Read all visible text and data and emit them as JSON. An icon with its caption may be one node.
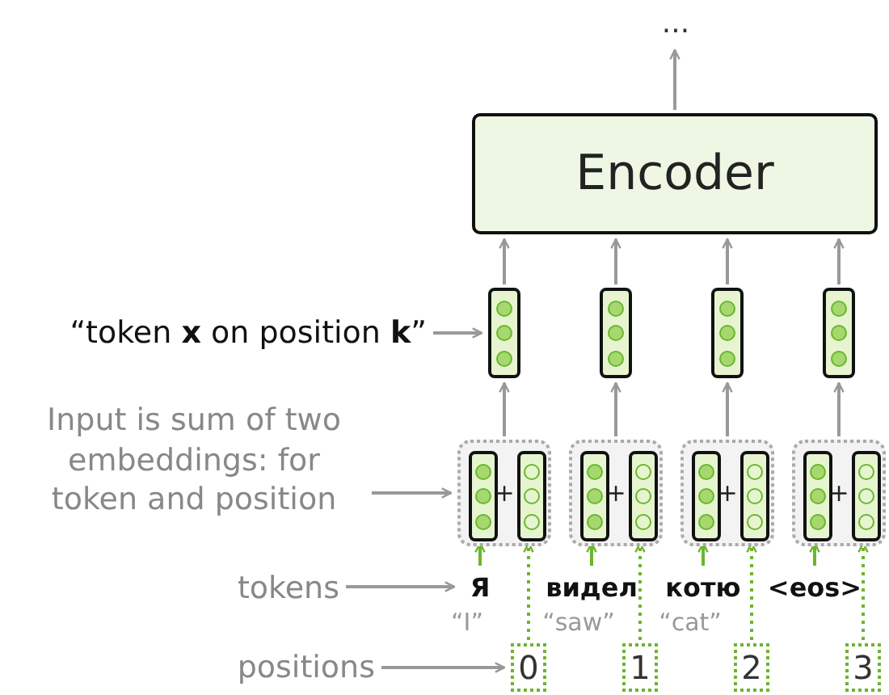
{
  "diagram": {
    "nodes": [
      {
        "text": [
          "..."
        ]
      },
      {
        "text": [
          "Encoder"
        ]
      },
      {
        "text": [],
        "shape": "box"
      },
      {
        "text": [],
        "shape": "box"
      },
      {
        "text": [],
        "shape": "box"
      },
      {
        "text": [],
        "shape": "box"
      },
      {
        "text": [
          "+"
        ]
      },
      {
        "text": [],
        "shape": "box",
        "in": 6
      },
      {
        "text": [],
        "shape": "box",
        "in": 6
      },
      {
        "text": [
          "+"
        ]
      },
      {
        "text": [],
        "shape": "box",
        "in": 9
      },
      {
        "text": [],
        "shape": "box",
        "in": 9
      },
      {
        "text": [
          "+"
        ]
      },
      {
        "text": [],
        "shape": "box",
        "in": 12
      },
      {
        "text": [],
        "shape": "box",
        "in": 12
      },
      {
        "text": [
          "+"
        ]
      },
      {
        "text": [],
        "shape": "box",
        "in": 15
      },
      {
        "text": [],
        "shape": "box",
        "in": 15
      },
      {
        "text": [
          "Я"
        ],
        "beside": [
          "“I”"
        ]
      },
      {
        "text": [
          "видел"
        ],
        "beside": [
          "“saw”"
        ]
      },
      {
        "text": [
          "котю"
        ],
        "beside": [
          "“cat”"
        ]
      },
      {
        "text": [
          "<eos>"
        ]
      },
      {
        "text": [
          "0"
        ]
      },
      {
        "text": [
          "1"
        ]
      },
      {
        "text": [
          "2"
        ]
      },
      {
        "text": [
          "3"
        ]
      },
      {
        "text": [
          "“token **x** on position **k**”"
        ]
      },
      {
        "text": [
          "Input is sum of two embeddings: for token and position"
        ]
      },
      {
        "text": [
          "tokens"
        ]
      },
      {
        "text": [
          "positions"
        ]
      }
    ],
    "edges": [
      {
        "from": 1,
        "to": 0,
        "arrow": "to"
      },
      {
        "from": 2,
        "to": 1,
        "arrow": "to"
      },
      {
        "from": 3,
        "to": 1,
        "arrow": "to"
      },
      {
        "from": 4,
        "to": 1,
        "arrow": "to"
      },
      {
        "from": 5,
        "to": 1,
        "arrow": "to"
      },
      {
        "from": 6,
        "to": 2,
        "arrow": "to"
      },
      {
        "from": 9,
        "to": 3,
        "arrow": "to"
      },
      {
        "from": 12,
        "to": 4,
        "arrow": "to"
      },
      {
        "from": 15,
        "to": 5,
        "arrow": "to"
      },
      {
        "from": 18,
        "to": 7,
        "arrow": "to",
        "color": "#6cb52d"
      },
      {
        "from": 19,
        "to": 10,
        "arrow": "to",
        "color": "#6cb52d"
      },
      {
        "from": 20,
        "to": 13,
        "arrow": "to",
        "color": "#6cb52d"
      },
      {
        "from": 21,
        "to": 16,
        "arrow": "to",
        "color": "#6cb52d"
      },
      {
        "from": 22,
        "to": 8,
        "arrow": "to",
        "style": "dashed",
        "color": "#6cb52d"
      },
      {
        "from": 23,
        "to": 11,
        "arrow": "to",
        "style": "dashed",
        "color": "#6cb52d"
      },
      {
        "from": 24,
        "to": 14,
        "arrow": "to",
        "style": "dashed",
        "color": "#6cb52d"
      },
      {
        "from": 25,
        "to": 17,
        "arrow": "to",
        "style": "dashed",
        "color": "#6cb52d"
      },
      {
        "from": 26,
        "to": 2,
        "arrow": "to"
      },
      {
        "from": 27,
        "to": 6,
        "arrow": "to"
      },
      {
        "from": 28,
        "to": 18,
        "arrow": "to"
      },
      {
        "from": 29,
        "to": 22,
        "arrow": "to"
      }
    ]
  }
}
